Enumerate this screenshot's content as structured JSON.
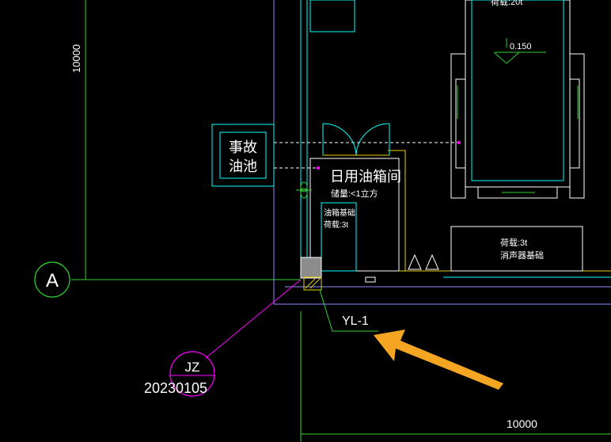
{
  "drawing": {
    "dim_vertical": "10000",
    "dim_horizontal": "10000",
    "grid_axis_label": "A",
    "accident_pool": {
      "line1": "事故",
      "line2": "油池"
    },
    "day_tank_room": {
      "title": "日用油箱间",
      "capacity": "储量:<1立方"
    },
    "tank_base": {
      "line1": "油箱基础",
      "line2": "荷载:3t"
    },
    "muffler_base": {
      "line1": "荷载:3t",
      "line2": "消声器基础"
    },
    "top_load_label": "荷载:20t",
    "elevation_label": "0.150",
    "column_tag": "YL-1",
    "symbol": {
      "top": "JZ",
      "bottom": "20230105"
    }
  },
  "colors": {
    "background": "#000000",
    "grid_green": "#2fd22f",
    "wall_cyan": "#00ffff",
    "room_yellow": "#e6d200",
    "axis_blue": "#8a8cff",
    "leader_magenta": "#ff00ff",
    "arrow_orange": "#f4a623",
    "text_white": "#ffffff"
  }
}
